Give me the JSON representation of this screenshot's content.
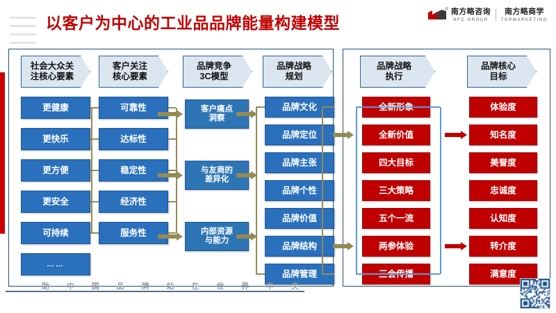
{
  "slide": {
    "title": "以客户为中心的工业品品牌能量构建模型",
    "watermark": "助 中 国 品 牌 站 在 世 界 中 央",
    "qr_label": "qr-code"
  },
  "logo": {
    "mark": "nfc-logo-mark",
    "registered": "®",
    "left_cn": "南方略咨询",
    "left_en": "NFC GROUP",
    "right_cn": "南方略商学",
    "right_en": "TOPMARKETING"
  },
  "headers": [
    {
      "label": "社会大众关\n注核心要素"
    },
    {
      "label": "客户关注\n核心要素"
    },
    {
      "label": "品牌竞争\n3C模型"
    },
    {
      "label": "品牌战略\n规划"
    },
    {
      "label": "品牌战略\n执行"
    },
    {
      "label": "品牌核心\n目标"
    }
  ],
  "columns": [
    {
      "name": "social-focus-elements",
      "style": "blue",
      "items": [
        "更健康",
        "更快乐",
        "更方便",
        "更安全",
        "可持续",
        "……"
      ]
    },
    {
      "name": "customer-focus-elements",
      "style": "blue",
      "items": [
        "可靠性",
        "达标性",
        "稳定性",
        "经济性",
        "服务性"
      ]
    },
    {
      "name": "brand-competition-3c",
      "style": "blue3c",
      "items": [
        "客户痛点\n洞察",
        "与友商的\n差异化",
        "内部资源\n与能力"
      ]
    },
    {
      "name": "brand-strategy-planning",
      "style": "blue",
      "items": [
        "品牌文化",
        "品牌定位",
        "品牌主张",
        "品牌个性",
        "品牌价值",
        "品牌结构",
        "品牌管理"
      ]
    },
    {
      "name": "brand-strategy-execution",
      "style": "red",
      "items": [
        "全新形象",
        "全新价值",
        "四大目标",
        "三大策略",
        "五个一流",
        "两参体验",
        "三会传播"
      ]
    },
    {
      "name": "brand-core-goals",
      "style": "red",
      "items": [
        "体验度",
        "知名度",
        "美誉度",
        "忠诚度",
        "认知度",
        "转介度",
        "满意度"
      ]
    }
  ],
  "colors": {
    "title_red": "#c00000",
    "node_blue": "#2a70bd",
    "node_red": "#c00000",
    "header_fill": "#dce6f1",
    "header_border": "#2e5f9a",
    "panel_border": "#1f4e79",
    "connector_olive": "#948a54",
    "connector_blue": "#5b9bd5"
  }
}
